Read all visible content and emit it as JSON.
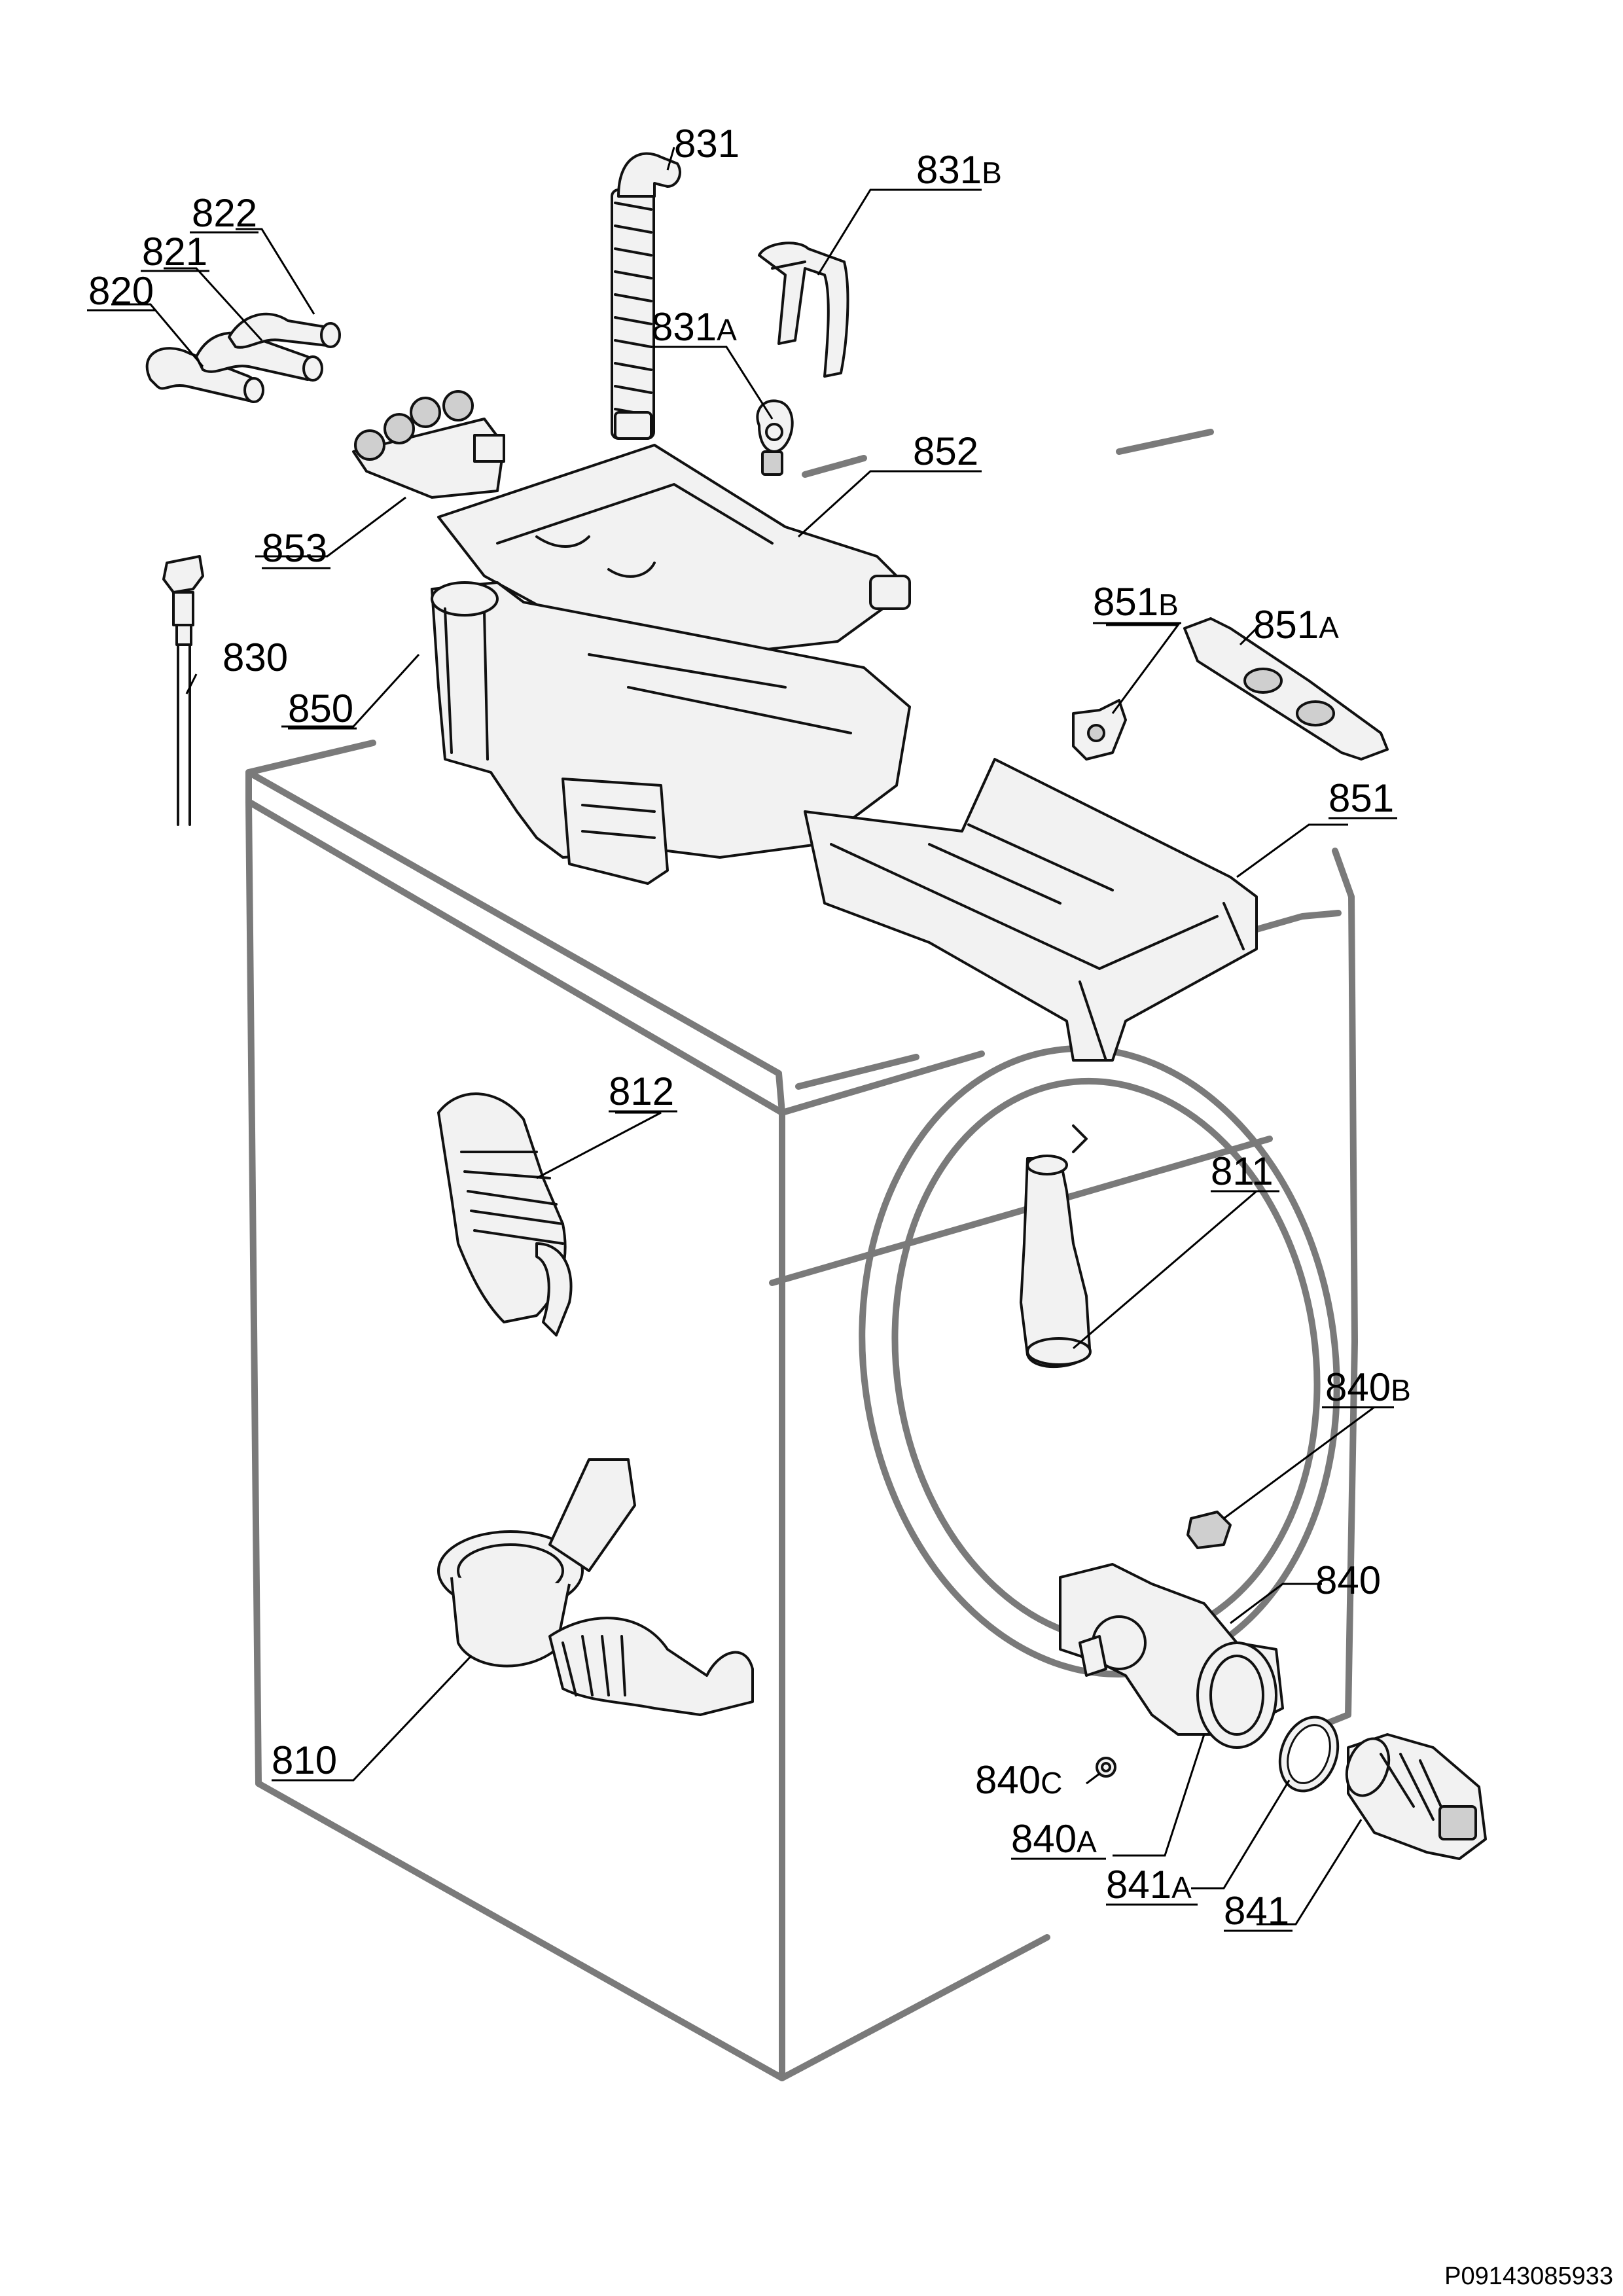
{
  "callouts": [
    {
      "id": "822",
      "num": "822",
      "suffix": ""
    },
    {
      "id": "821",
      "num": "821",
      "suffix": ""
    },
    {
      "id": "820",
      "num": "820",
      "suffix": ""
    },
    {
      "id": "831",
      "num": "831",
      "suffix": ""
    },
    {
      "id": "831B",
      "num": "831",
      "suffix": "B"
    },
    {
      "id": "831A",
      "num": "831",
      "suffix": "A"
    },
    {
      "id": "852",
      "num": "852",
      "suffix": ""
    },
    {
      "id": "853",
      "num": "853",
      "suffix": ""
    },
    {
      "id": "830",
      "num": "830",
      "suffix": ""
    },
    {
      "id": "850",
      "num": "850",
      "suffix": ""
    },
    {
      "id": "851B",
      "num": "851",
      "suffix": "B"
    },
    {
      "id": "851A",
      "num": "851",
      "suffix": "A"
    },
    {
      "id": "851",
      "num": "851",
      "suffix": ""
    },
    {
      "id": "812",
      "num": "812",
      "suffix": ""
    },
    {
      "id": "811",
      "num": "811",
      "suffix": ""
    },
    {
      "id": "840B",
      "num": "840",
      "suffix": "B"
    },
    {
      "id": "840",
      "num": "840",
      "suffix": ""
    },
    {
      "id": "810",
      "num": "810",
      "suffix": ""
    },
    {
      "id": "840C",
      "num": "840",
      "suffix": "C"
    },
    {
      "id": "840A",
      "num": "840",
      "suffix": "A"
    },
    {
      "id": "841A",
      "num": "841",
      "suffix": "A"
    },
    {
      "id": "841",
      "num": "841",
      "suffix": ""
    }
  ],
  "drawing_reference": "P09143085933"
}
